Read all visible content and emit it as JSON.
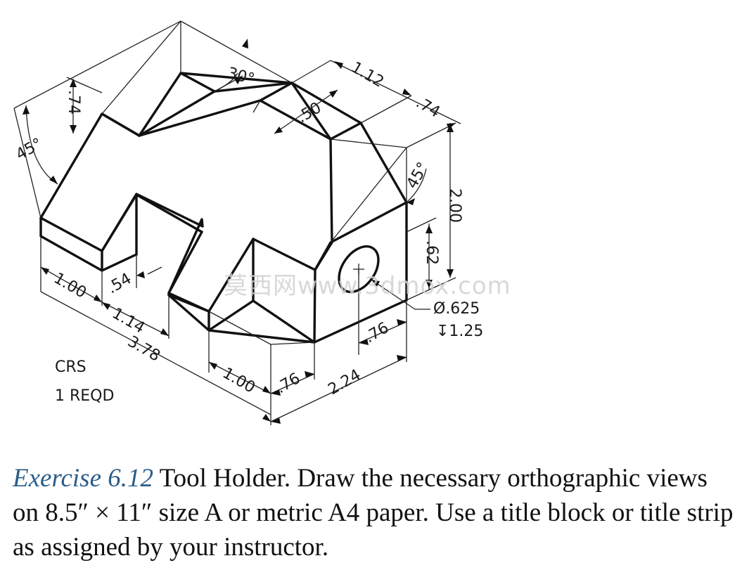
{
  "dimensions": {
    "d_74_left": ".74",
    "d_45_left": "45°",
    "d_30": "30°",
    "d_112": "1.12",
    "d_74_top": ".74",
    "d_50": ".50",
    "d_45_right": "45°",
    "d_200": "2.00",
    "d_62": ".62",
    "d_100_left": "1.00",
    "d_54": ".54",
    "d_114": "1.14",
    "d_378": "3.78",
    "d_100_bottom": "1.00",
    "d_76_bottom": ".76",
    "d_224": "2.24",
    "d_76_right": ".76",
    "hole_dia": "Ø.625",
    "hole_depth": "↧1.25"
  },
  "notes": {
    "material": "CRS",
    "quantity": "1 REQD"
  },
  "watermark": "莫西网www.3dmox.com",
  "caption": {
    "exercise": "Exercise 6.12",
    "text": " Tool Holder. Draw the necessary orthographic views on 8.5″ × 11″ size A or metric A4 paper. Use a title block or title strip as assigned by your instructor."
  }
}
